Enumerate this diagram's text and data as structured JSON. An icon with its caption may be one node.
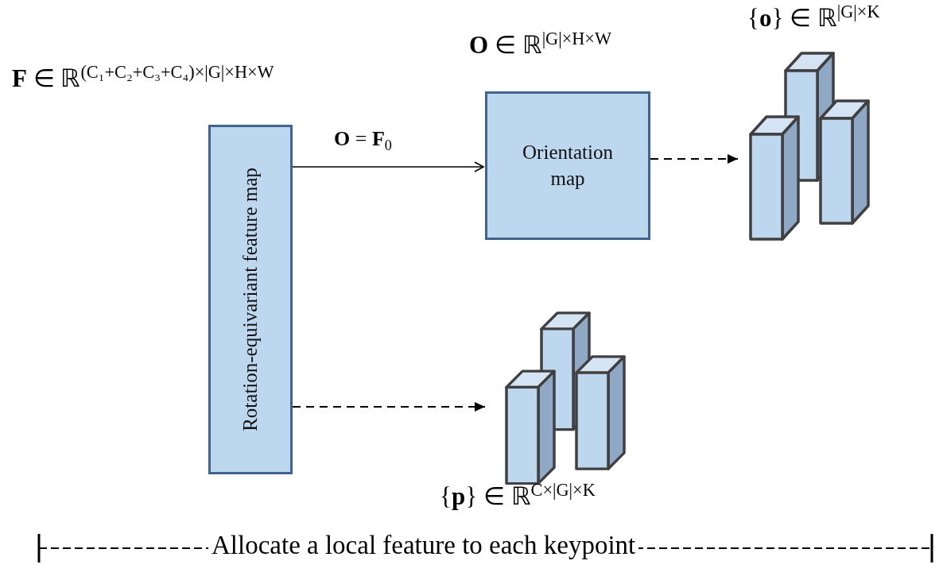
{
  "diagram": {
    "nodes": [
      {
        "text": [
          "Rotation-equivariant feature map"
        ],
        "beside": [
          "**F** ∈ ℝ$^{(C₁+C₂+C₃+C₄)×|G|×H×W}$"
        ]
      },
      {
        "text": [
          "Orientation map"
        ],
        "beside": [
          "**O** ∈ ℝ$^{|G|×H×W}$"
        ]
      },
      {
        "text": [],
        "shape": "bar",
        "beside": [
          "{**o**} ∈ ℝ$^{|G|×K}$"
        ]
      },
      {
        "text": [],
        "shape": "bar",
        "beside": [
          "{**p**} ∈ ℝ$^{C×|G|×K}$"
        ]
      }
    ],
    "edges": [
      {
        "from": 0,
        "to": 1,
        "arrow": "to",
        "label": "**O** = **F**$_{0}$"
      },
      {
        "from": 1,
        "to": 2,
        "arrow": "to",
        "style": "dashed"
      },
      {
        "from": 0,
        "to": 3,
        "arrow": "to",
        "style": "dashed"
      }
    ],
    "labels": [
      "Allocate a local feature to each keypoint"
    ]
  }
}
